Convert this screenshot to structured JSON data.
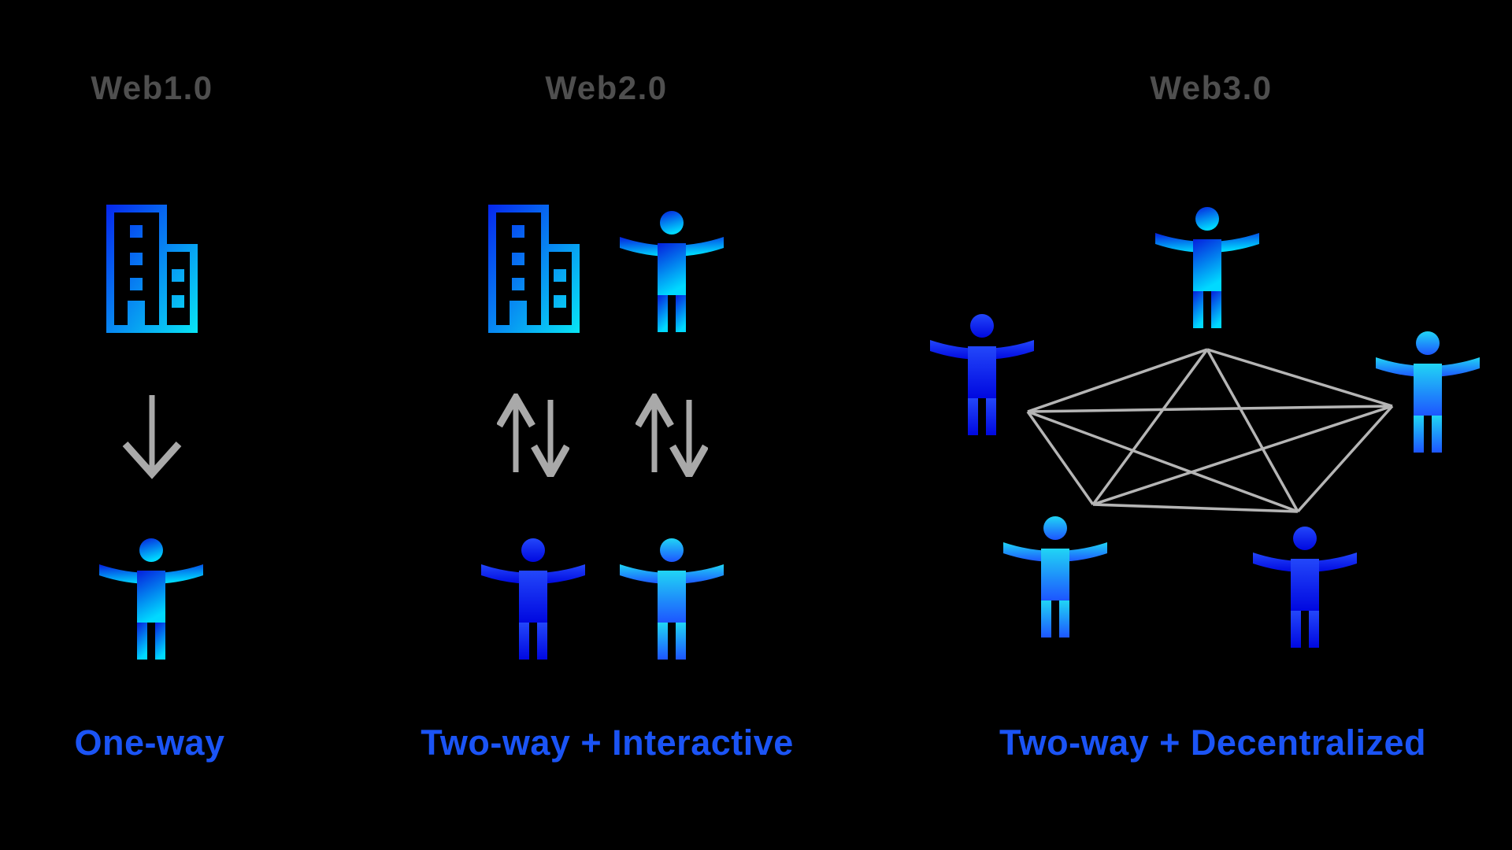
{
  "palette": {
    "bg": "#000000",
    "title": "#4f4f4f",
    "label": "#1b54f5",
    "arrow": "#a9a9a9",
    "net": "#b5b5b5",
    "building0": "#0626ee",
    "building1": "#08e6f5",
    "b2c0": "#051fdd",
    "b2c1": "#00d9ff",
    "b2d0": "#2347fa",
    "b2d1": "#0008e0",
    "c2b0": "#20d5f5",
    "c2b1": "#1d55ff"
  },
  "columns": [
    {
      "title": "Web1.0",
      "label": "One-way",
      "figures": [
        "building-icon",
        "down-arrow-icon",
        "person-icon"
      ]
    },
    {
      "title": "Web2.0",
      "label": "Two-way + Interactive",
      "figures": [
        "building-icon",
        "person-icon",
        "up-down-arrows-icon",
        "up-down-arrows-icon",
        "person-icon",
        "person-icon"
      ]
    },
    {
      "title": "Web3.0",
      "label": "Two-way + Decentralized",
      "figures": [
        "person-icon",
        "person-icon",
        "person-icon",
        "person-icon",
        "person-icon",
        "network-graph"
      ],
      "network": {
        "nodes": 5,
        "edges": 10,
        "topology": "fully-connected mesh"
      }
    }
  ]
}
